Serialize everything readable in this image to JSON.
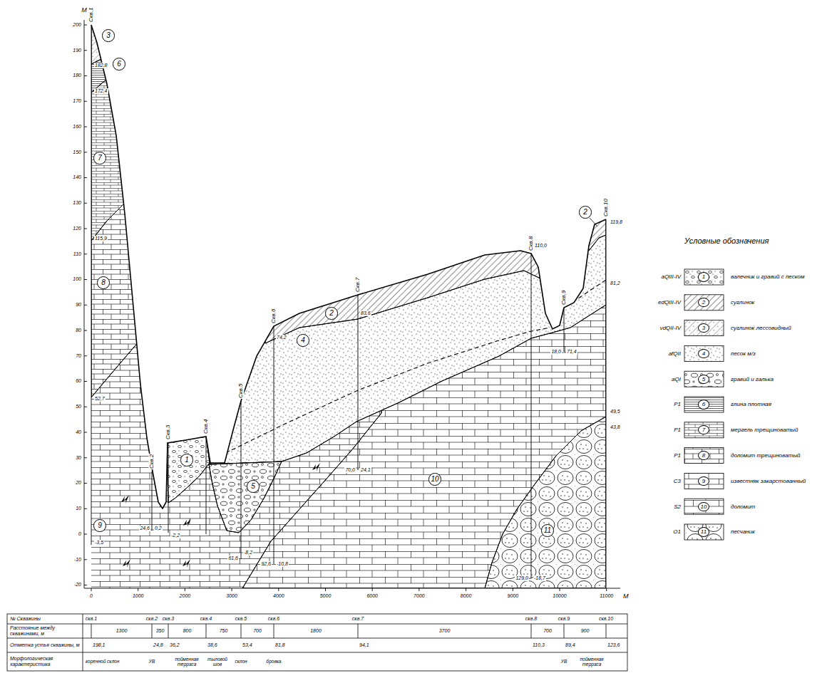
{
  "diagram": {
    "nodes": [
      {
        "text": [
          "3"
        ]
      },
      {
        "text": [
          "6"
        ]
      },
      {
        "text": [
          "7"
        ]
      },
      {
        "text": [
          "2"
        ]
      },
      {
        "text": [
          "8"
        ]
      },
      {
        "text": [
          "2"
        ]
      },
      {
        "text": [
          "4"
        ]
      },
      {
        "text": [
          "1"
        ]
      },
      {
        "text": [
          "10"
        ]
      },
      {
        "text": [
          "5"
        ]
      },
      {
        "text": [
          "9"
        ]
      },
      {
        "text": [
          "11"
        ]
      }
    ],
    "labels": [
      "M",
      "200",
      "190",
      "180",
      "170",
      "160",
      "150",
      "140",
      "130",
      "120",
      "110",
      "100",
      "90",
      "80",
      "70",
      "60",
      "50",
      "40",
      "30",
      "20",
      "10",
      "0",
      "-10",
      "-20",
      "0",
      "1000",
      "2000",
      "3000",
      "4000",
      "5000",
      "6000",
      "7000",
      "8000",
      "9000",
      "10000",
      "11000",
      "M",
      "Скв.1",
      "Скв.2",
      "Скв.3",
      "Скв.4",
      "Скв.5",
      "Скв.6",
      "Скв.7",
      "Скв.8",
      "Скв.9",
      "Скв.10",
      "182,8",
      "172,4",
      "115,9",
      "52,7",
      "-3,5",
      "24,6",
      "0,2",
      "-2,2",
      "61,6",
      "-8,2",
      "74,2",
      "92,6",
      "-10,8",
      "83,6",
      "70,0",
      "24,1",
      "110,0",
      "129,0",
      "-18,7",
      "18,0",
      "71,4",
      "119,8",
      "81,2",
      "49,5",
      "43,8",
      "№ Скважины",
      "Расстояние между скважинами, м",
      "Отметка устья скважины, м",
      "Морфологическая характеристика",
      "скв.1",
      "скв.2",
      "скв.3",
      "скв.4",
      "скв.5",
      "скв.6",
      "скв.7",
      "скв.8",
      "скв.9",
      "скв.10",
      "1300",
      "350",
      "800",
      "750",
      "700",
      "1800",
      "3700",
      "700",
      "900",
      "198,1",
      "24,8",
      "36,2",
      "38,6",
      "53,4",
      "81,8",
      "94,1",
      "110,3",
      "89,4",
      "123,6",
      "коренной склон",
      "УВ",
      "пойменная терраса",
      "тыловой шов",
      "склон",
      "бровка",
      "УВ",
      "пойменная терраса",
      "Условные обозначения",
      "aQIII-IV",
      "edQIII-IV",
      "vdQII-IV",
      "afQII",
      "aQI",
      "P1",
      "P1",
      "P1",
      "C3",
      "S2",
      "O1",
      "1",
      "2",
      "3",
      "4",
      "5",
      "6",
      "7",
      "8",
      "9",
      "10",
      "11"
    ],
    "legend": [
      {
        "text": "валечник и гравий с песком"
      },
      {
        "text": "суглинок"
      },
      {
        "text": "суглинок лессовидный"
      },
      {
        "text": "песок м/з"
      },
      {
        "text": "гравий и галька"
      },
      {
        "text": "глина плотная"
      },
      {
        "text": "мергель трещиноватый"
      },
      {
        "text": "доломит трещиноватый"
      },
      {
        "text": "известняк закарстованный"
      },
      {
        "text": "доломит"
      },
      {
        "text": "песчаник"
      }
    ]
  }
}
